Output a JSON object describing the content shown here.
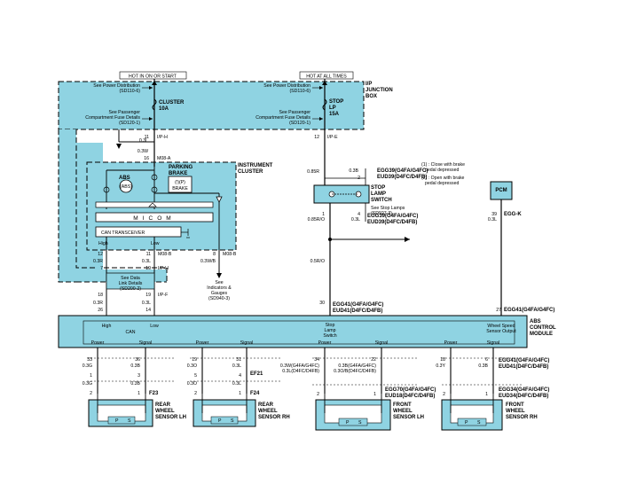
{
  "junction_box": {
    "hot_on_start": "HOT IN ON OR START",
    "hot_all_times": "HOT AT ALL TIMES",
    "label_1": "I/P",
    "label_2": "JUNCTION",
    "label_3": "BOX",
    "cluster_power_ref_1": "See Power Distribution",
    "cluster_power_ref_2": "(SD110-6)",
    "fuse_cluster_name": "CLUSTER",
    "fuse_cluster_rating": "10A",
    "passenger_ref_left_1": "See Passenger",
    "passenger_ref_left_2": "Compartment Fuse Details",
    "passenger_ref_left_3": "(SD120-1)",
    "stop_power_ref_1": "See Power Distribution",
    "stop_power_ref_2": "(SD110-6)",
    "fuse_stop_name_1": "STOP",
    "fuse_stop_name_2": "LP",
    "fuse_stop_rating": "15A",
    "passenger_ref_right_1": "See Passenger",
    "passenger_ref_right_2": "Compartment Fuse Details",
    "passenger_ref_right_3": "(SD120-1)",
    "pin_left": "11",
    "conn_left": "I/P-H",
    "pin_right": "12",
    "conn_right": "I/P-E"
  },
  "cluster": {
    "name_1": "INSTRUMENT",
    "name_2": "CLUSTER",
    "wire_in_gauge": "0.3L",
    "wire_in_gauge2": "0.3W",
    "pin_in": "16",
    "conn_in": "M08-A",
    "abs_label": "ABS",
    "abs_symbol": "(ABS)",
    "parking_label_1": "PARKING",
    "parking_label_2": "BRAKE",
    "brake_symbol": "(!)(P)",
    "brake_text": "BRAKE",
    "micom": "MICOM",
    "can_transceiver": "CAN TRANSCEIVER",
    "can_high": "High",
    "can_low": "Low",
    "pin_high": "12",
    "pin_low": "11",
    "conn_out": "M08-B",
    "pin_gauge": "8",
    "conn_gauge": "M08-B",
    "wire_high": "0.3R",
    "wire_low": "0.3L",
    "wire_gauge": "0.3W/B",
    "see_ref_1": "See",
    "see_ref_2": "Indicators &",
    "see_ref_3": "Gauges",
    "see_ref_4": "(SD940-3)",
    "pin_high2": "7",
    "pin_low2": "19",
    "conn_ip_h": "I/P-H",
    "data_link_1": "See Data",
    "data_link_2": "Link Details",
    "data_link_3": "(SD200-2)",
    "pin_high3": "18",
    "pin_low3": "19",
    "conn_ip_f": "I/P-F",
    "wire_high2": "0.3R",
    "wire_low2": "0.3L",
    "pin_abs_high": "26",
    "pin_abs_low": "14"
  },
  "stop_switch": {
    "wire_in": "0.85R",
    "wire_3": "0.3B",
    "pin_2": "2",
    "code_top_1": "EGG39(G4FA/G4FC)",
    "code_top_2": "EUD39(D4FC/D4FB)",
    "name_1": "STOP",
    "name_2": "LAMP",
    "name_3": "SWITCH",
    "see_ref": "See Stop Lamps",
    "see_ref_2": "(SD927-3)",
    "pin_1": "1",
    "wire_out": "0.85R/O",
    "pin_4": "4",
    "wire_4": "0.3L",
    "code_bottom_1": "EGG39(G4FA/G4FC)",
    "code_bottom_2": "EUD39(D4FC/D4FB)",
    "wire_abs": "0.5R/O",
    "legend_1a": "(1) : Close with brake",
    "legend_1b": "pedal depressed",
    "legend_2a": "(2) : Open with brake",
    "legend_2b": "pedal depressed"
  },
  "pcm": {
    "name": "PCM",
    "pin": "39",
    "conn": "EGG-K",
    "wire": "0.3L"
  },
  "abs": {
    "pin_wheel_out": "27",
    "conn_egg41": "EGG41(G4FA/G4FC)",
    "pin_stop": "30",
    "conn_stop_1": "EGG41(G4FA/G4FC)",
    "conn_stop_2": "EUD41(D4FC/D4FB)",
    "name_1": "ABS",
    "name_2": "CONTROL",
    "name_3": "MODULE",
    "can_high": "High",
    "can_low": "Low",
    "can": "CAN",
    "stop_1": "Stop",
    "stop_2": "Lamp",
    "stop_3": "Switch",
    "wheel_speed_1": "Wheel Speed",
    "wheel_speed_2": "Sensor Output",
    "power_1": "Power",
    "signal_1": "Signal",
    "power_2": "Power",
    "signal_2": "Signal",
    "power_3": "Power",
    "signal_3": "Signal",
    "power_4": "Power",
    "signal_4": "Signal"
  },
  "sensors": {
    "rl": {
      "pin_p": "33",
      "pin_s": "36",
      "wire_p": "0.3G",
      "wire_s": "0.3B",
      "mid_p": "1",
      "mid_s": "3",
      "wire_p2": "0.3G",
      "wire_s2": "0.3B",
      "end_p": "2",
      "end_s": "1",
      "conn": "F23",
      "p": "P",
      "s": "S",
      "name_1": "REAR",
      "name_2": "WHEEL",
      "name_3": "SENSOR LH"
    },
    "rr": {
      "pin_p": "19",
      "pin_s": "31",
      "wire_p": "0.3O",
      "wire_s": "0.3L",
      "mid_p": "5",
      "mid_s": "4",
      "ef": "EF21",
      "wire_p2": "0.3O",
      "wire_s2": "0.3L",
      "end_p": "2",
      "end_s": "1",
      "conn": "F24",
      "p": "P",
      "s": "S",
      "name_1": "REAR",
      "name_2": "WHEEL",
      "name_3": "SENSOR RH"
    },
    "fl": {
      "pin_p": "34",
      "pin_s": "22",
      "wire_p1": "0.3W(G4FA/G4FC)",
      "wire_p2": "0.3L(D4FC/D4FB)",
      "wire_s1": "0.3B(G4FA/G4FC)",
      "wire_s2": "0.3O/B(D4FC/D4FB)",
      "end_p": "2",
      "end_s": "1",
      "conn_1": "EGG70(G4FA/G4FC)",
      "conn_2": "EUD18(D4FC/D4FB)",
      "p": "P",
      "s": "S",
      "name_1": "FRONT",
      "name_2": "WHEEL",
      "name_3": "SENSOR LH"
    },
    "fr": {
      "pin_p": "18",
      "pin_s": "6",
      "wire_p": "0.3Y",
      "wire_s": "0.3B",
      "code_1": "EGG41(G4FA/G4FC)",
      "code_2": "EUD41(D4FC/D4FB)",
      "end_p": "2",
      "end_s": "1",
      "conn_1": "EGG34(G4FA/G4FC)",
      "conn_2": "EUD34(D4FC/D4FB)",
      "p": "P",
      "s": "S",
      "name_1": "FRONT",
      "name_2": "WHEEL",
      "name_3": "SENSOR RH"
    }
  }
}
